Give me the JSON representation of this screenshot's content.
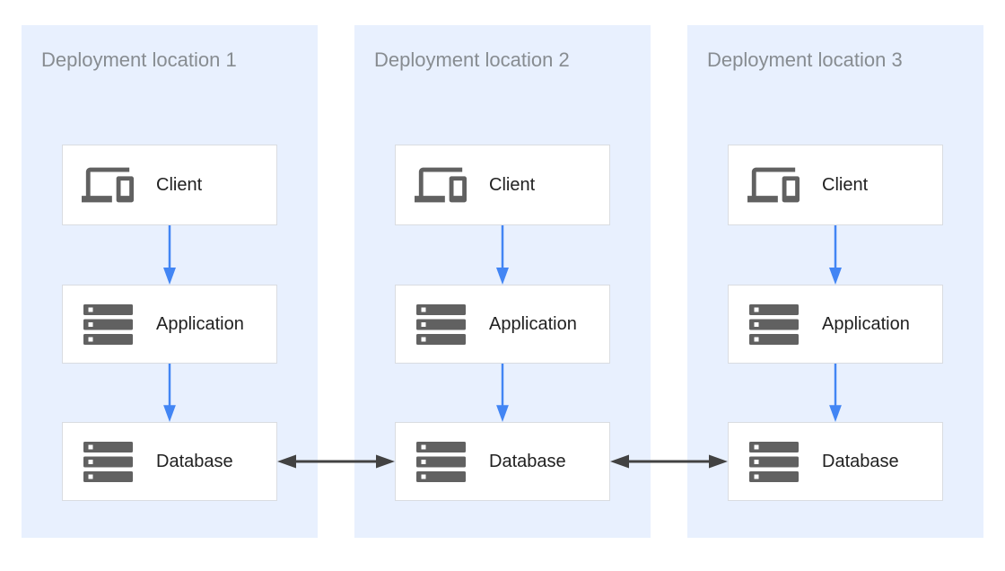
{
  "diagram": {
    "type": "deployment-architecture",
    "panels": [
      {
        "title": "Deployment location 1",
        "nodes": [
          {
            "label": "Client",
            "icon": "devices-icon"
          },
          {
            "label": "Application",
            "icon": "server-stack-icon"
          },
          {
            "label": "Database",
            "icon": "server-stack-icon"
          }
        ]
      },
      {
        "title": "Deployment location 2",
        "nodes": [
          {
            "label": "Client",
            "icon": "devices-icon"
          },
          {
            "label": "Application",
            "icon": "server-stack-icon"
          },
          {
            "label": "Database",
            "icon": "server-stack-icon"
          }
        ]
      },
      {
        "title": "Deployment location 3",
        "nodes": [
          {
            "label": "Client",
            "icon": "devices-icon"
          },
          {
            "label": "Application",
            "icon": "server-stack-icon"
          },
          {
            "label": "Database",
            "icon": "server-stack-icon"
          }
        ]
      }
    ],
    "connections": [
      {
        "from": "Client",
        "to": "Application",
        "panel": 1,
        "style": "single-arrow-down"
      },
      {
        "from": "Application",
        "to": "Database",
        "panel": 1,
        "style": "single-arrow-down"
      },
      {
        "from": "Client",
        "to": "Application",
        "panel": 2,
        "style": "single-arrow-down"
      },
      {
        "from": "Application",
        "to": "Database",
        "panel": 2,
        "style": "single-arrow-down"
      },
      {
        "from": "Client",
        "to": "Application",
        "panel": 3,
        "style": "single-arrow-down"
      },
      {
        "from": "Application",
        "to": "Database",
        "panel": 3,
        "style": "single-arrow-down"
      },
      {
        "from": "Database (location 1)",
        "to": "Database (location 2)",
        "style": "double-arrow-horizontal"
      },
      {
        "from": "Database (location 2)",
        "to": "Database (location 3)",
        "style": "double-arrow-horizontal"
      }
    ],
    "colors": {
      "panel_background": "#e8f0fe",
      "node_background": "#ffffff",
      "node_border": "#d9dce1",
      "panel_title_text": "#878c91",
      "node_label_text": "#212121",
      "icon_gray": "#616161",
      "flow_arrow_blue": "#4285f4",
      "replication_arrow_dark": "#424242",
      "page_background": "#ffffff"
    }
  }
}
